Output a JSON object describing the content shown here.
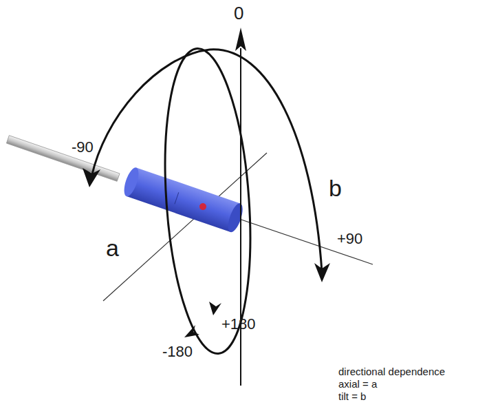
{
  "diagram": {
    "labels": [
      "0",
      "-90",
      "b",
      "+90",
      "a",
      "+180",
      "-180",
      "directional dependence",
      "axial = a",
      "tilt = b"
    ]
  }
}
